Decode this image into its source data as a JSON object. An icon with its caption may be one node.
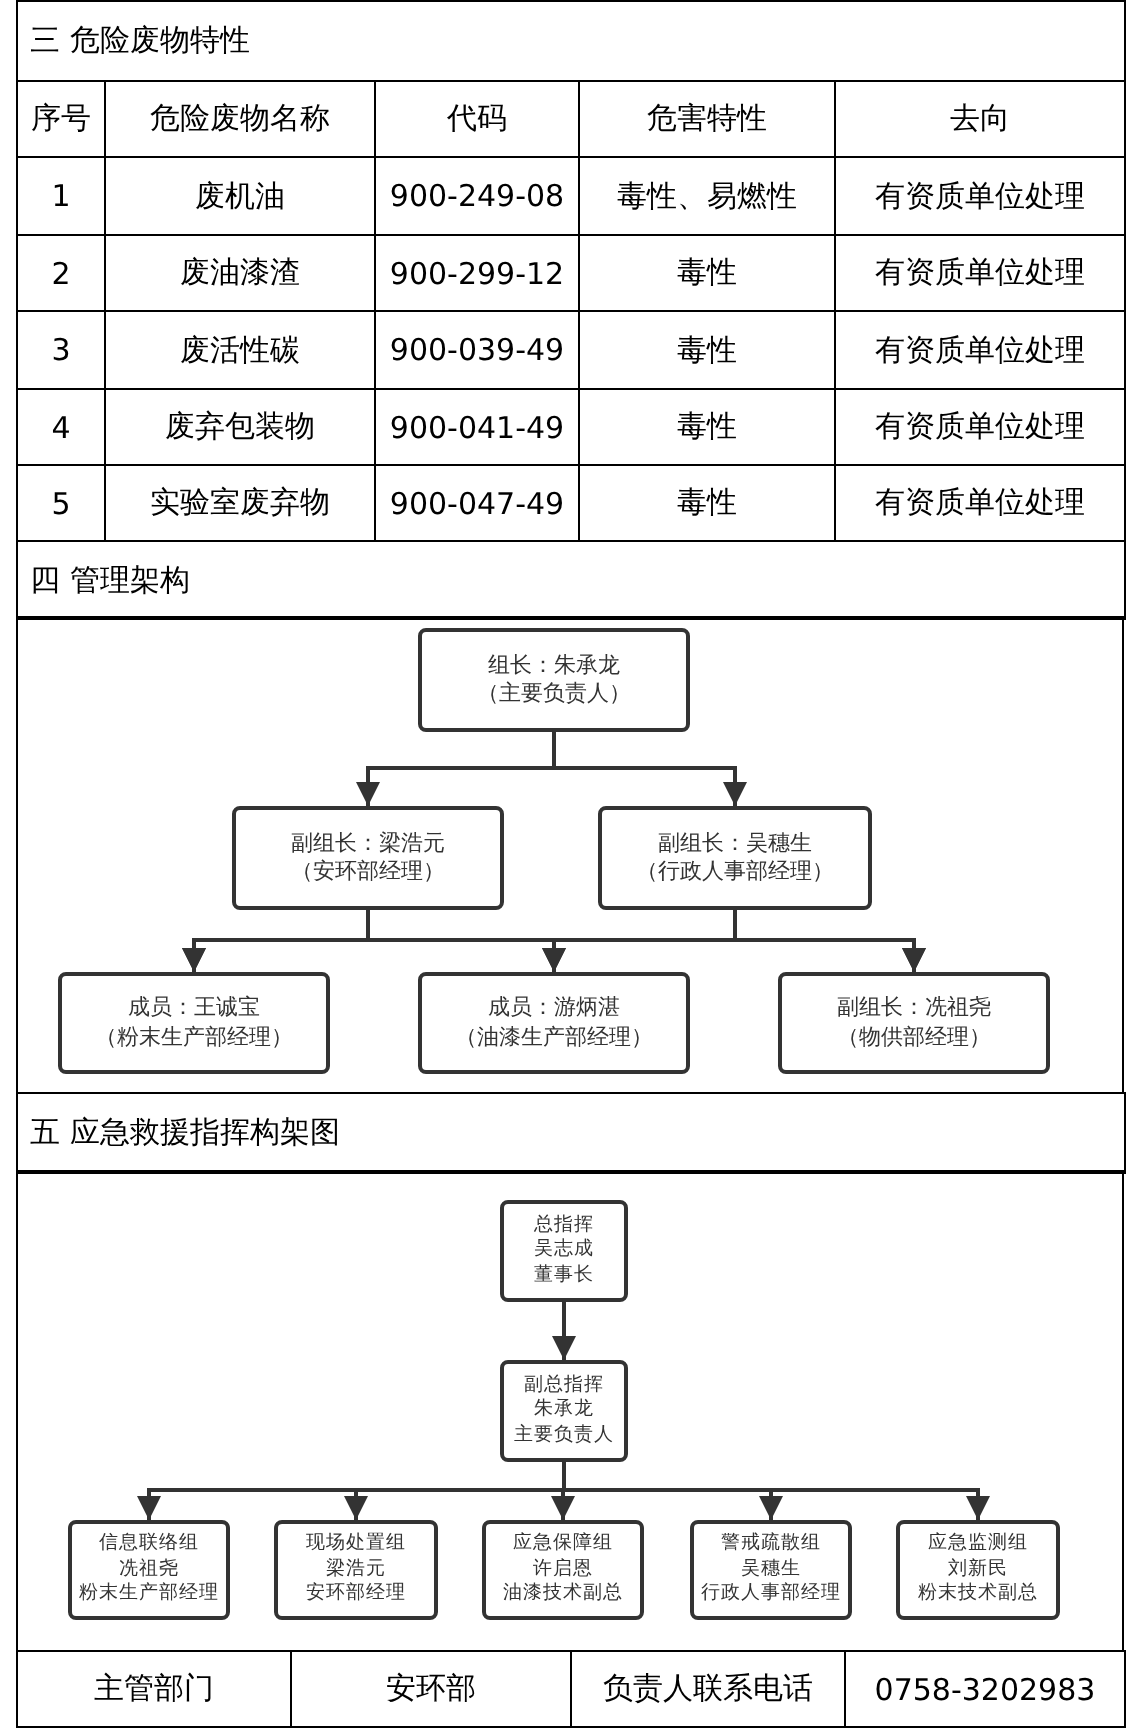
{
  "diagram": {
    "nodes": [
      {
        "text": [
          "组长：朱承龙",
          "（主要负责人）"
        ]
      },
      {
        "text": [
          "副组长：梁浩元",
          "（安环部经理）"
        ]
      },
      {
        "text": [
          "副组长：吴穗生",
          "（行政人事部经理）"
        ]
      },
      {
        "text": [
          "成员：王诚宝",
          "（粉末生产部经理）"
        ]
      },
      {
        "text": [
          "成员：游炳湛",
          "（油漆生产部经理）"
        ]
      },
      {
        "text": [
          "副组长：冼祖尧",
          "（物供部经理）"
        ]
      },
      {
        "text": [
          "总指挥",
          "吴志成",
          "董事长"
        ]
      },
      {
        "text": [
          "副总指挥",
          "朱承龙",
          "主要负责人"
        ]
      },
      {
        "text": [
          "信息联络组",
          "冼祖尧",
          "粉末生产部经理"
        ]
      },
      {
        "text": [
          "现场处置组",
          "梁浩元",
          "安环部经理"
        ]
      },
      {
        "text": [
          "应急保障组",
          "许启恩",
          "油漆技术副总"
        ]
      },
      {
        "text": [
          "警戒疏散组",
          "吴穗生",
          "行政人事部经理"
        ]
      },
      {
        "text": [
          "应急监测组",
          "刘新民",
          "粉末技术副总"
        ]
      }
    ],
    "edges": [
      {
        "from": 0,
        "to": 1,
        "arrow": "to"
      },
      {
        "from": 0,
        "to": 2,
        "arrow": "to"
      },
      {
        "from": 1,
        "to": 3,
        "arrow": "to"
      },
      {
        "from": 1,
        "to": 4,
        "arrow": "to"
      },
      {
        "from": 1,
        "to": 5,
        "arrow": "to"
      },
      {
        "from": 2,
        "to": 3,
        "arrow": "to"
      },
      {
        "from": 2,
        "to": 4,
        "arrow": "to"
      },
      {
        "from": 2,
        "to": 5,
        "arrow": "to"
      },
      {
        "from": 6,
        "to": 7,
        "arrow": "to"
      },
      {
        "from": 7,
        "to": 8,
        "arrow": "to"
      },
      {
        "from": 7,
        "to": 9,
        "arrow": "to"
      },
      {
        "from": 7,
        "to": 10,
        "arrow": "to"
      },
      {
        "from": 7,
        "to": 11,
        "arrow": "to"
      },
      {
        "from": 7,
        "to": 12,
        "arrow": "to"
      }
    ],
    "labels": [
      "三  危险废物特性",
      "序号",
      "危险废物名称",
      "代码",
      "危害特性",
      "去向",
      "1",
      "废机油",
      "900-249-08",
      "毒性、易燃性",
      "有资质单位处理",
      "2",
      "废油漆渣",
      "900-299-12",
      "毒性",
      "有资质单位处理",
      "3",
      "废活性碳",
      "900-039-49",
      "毒性",
      "有资质单位处理",
      "4",
      "废弃包装物",
      "900-041-49",
      "毒性",
      "有资质单位处理",
      "5",
      "实验室废弃物",
      "900-047-49",
      "毒性",
      "有资质单位处理",
      "四  管理架构",
      "五  应急救援指挥构架图",
      "主管部门",
      "安环部",
      "负责人联系电话",
      "0758-3202983"
    ]
  }
}
